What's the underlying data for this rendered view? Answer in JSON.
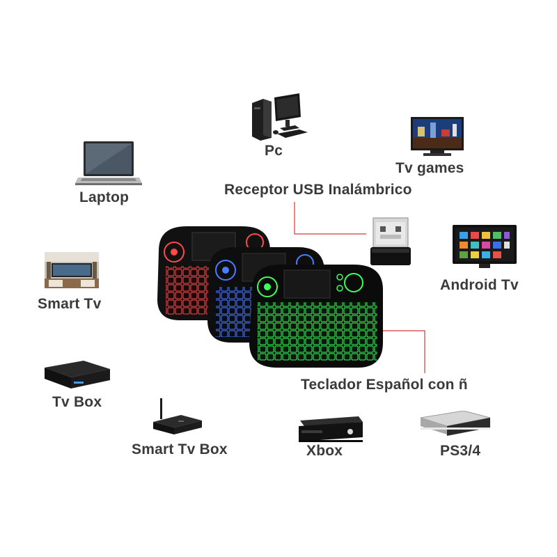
{
  "labels": {
    "pc": "Pc",
    "tv_games": "Tv games",
    "laptop": "Laptop",
    "receiver": "Receptor USB Inalámbrico",
    "smart_tv": "Smart Tv",
    "android_tv": "Android Tv",
    "keyboard": "Teclador Español con ñ",
    "tv_box": "Tv Box",
    "smart_tv_box": "Smart Tv Box",
    "xbox": "Xbox",
    "ps": "PS3/4"
  },
  "colors": {
    "text": "#3a3a3a",
    "connector": "#d23a3a",
    "kb_red": "#ff4a4a",
    "kb_blue": "#4a7dff",
    "kb_green": "#3cff5a"
  }
}
